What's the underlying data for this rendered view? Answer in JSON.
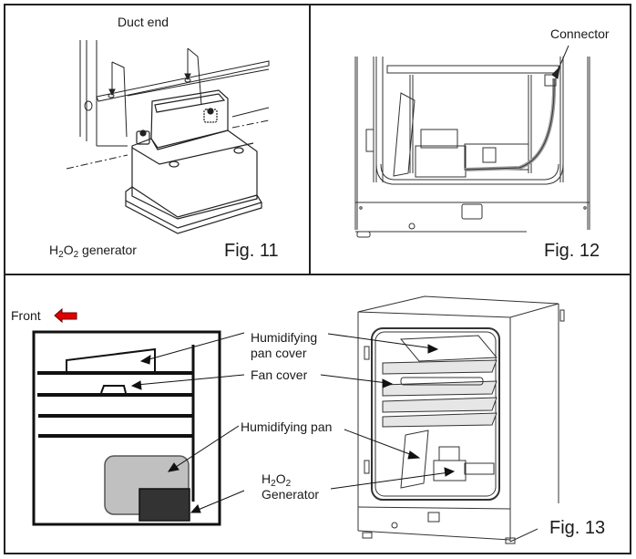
{
  "panels": [
    {
      "id": "fig11",
      "figure_label": "Fig. 11",
      "labels": {
        "duct_end": "Duct end",
        "generator_prefix": "H",
        "generator_sub1": "2",
        "generator_mid": "O",
        "generator_sub2": "2",
        "generator_suffix": " generator"
      }
    },
    {
      "id": "fig12",
      "figure_label": "Fig. 12",
      "labels": {
        "connector": "Connector"
      }
    },
    {
      "id": "fig13",
      "figure_label": "Fig. 13",
      "labels": {
        "front": "Front",
        "humidifying_pan_cover_line1": "Humidifying",
        "humidifying_pan_cover_line2": "pan cover",
        "fan_cover": "Fan cover",
        "humidifying_pan": "Humidifying pan",
        "h2o2_prefix": "H",
        "h2o2_sub1": "2",
        "h2o2_mid": "O",
        "h2o2_sub2": "2",
        "h2o2_line2": "Generator"
      },
      "colors": {
        "front_arrow": "#e00000",
        "humidifying_pan_fill": "#c0c0c0",
        "generator_fill": "#333333"
      }
    }
  ]
}
